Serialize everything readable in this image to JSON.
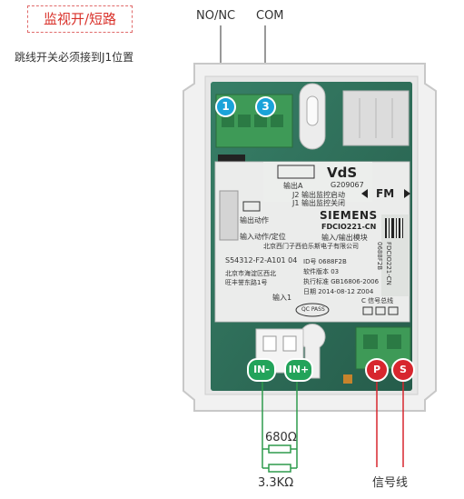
{
  "header": {
    "title": "监视开/短路",
    "subtitle": "跳线开关必须接到J1位置"
  },
  "terminals_top": {
    "nonc": "NO/NC",
    "com": "COM",
    "t1": "1",
    "t3": "3"
  },
  "module": {
    "vds": "VdS",
    "cert": "G209067",
    "output_a": "输出A",
    "j2": "J2 输出监控启动",
    "j1": "J1 输出监控关闭",
    "fm": "FM",
    "brand": "SIEMENS",
    "model": "FDCIO221-CN",
    "subtitle": "输入/输出模块",
    "maker": "北京西门子西伯乐斯电子有限公司",
    "side_model": "FDCIO221-CN",
    "side_id": "0688F2B",
    "output_action": "输出动作",
    "input_action": "输入动作/定位",
    "serial": "S54312-F2-A101 04",
    "addr1": "北京市海淀区西北",
    "addr2": "旺丰誉东路1号",
    "id_line": "ID号  0688F2B",
    "sw_line": "软件版本  03",
    "std_line": "执行标准  GB16806-2006",
    "date_line": "日期  2014-08-12  Z004",
    "bus_label": "C 信号总线",
    "input1": "输入1",
    "qc": "QC PASS"
  },
  "terminals_bottom": {
    "in_minus": "IN-",
    "in_plus": "IN+",
    "p": "P",
    "s": "S"
  },
  "wiring": {
    "r1": "680Ω",
    "r2": "3.3KΩ",
    "signal": "信号线"
  }
}
